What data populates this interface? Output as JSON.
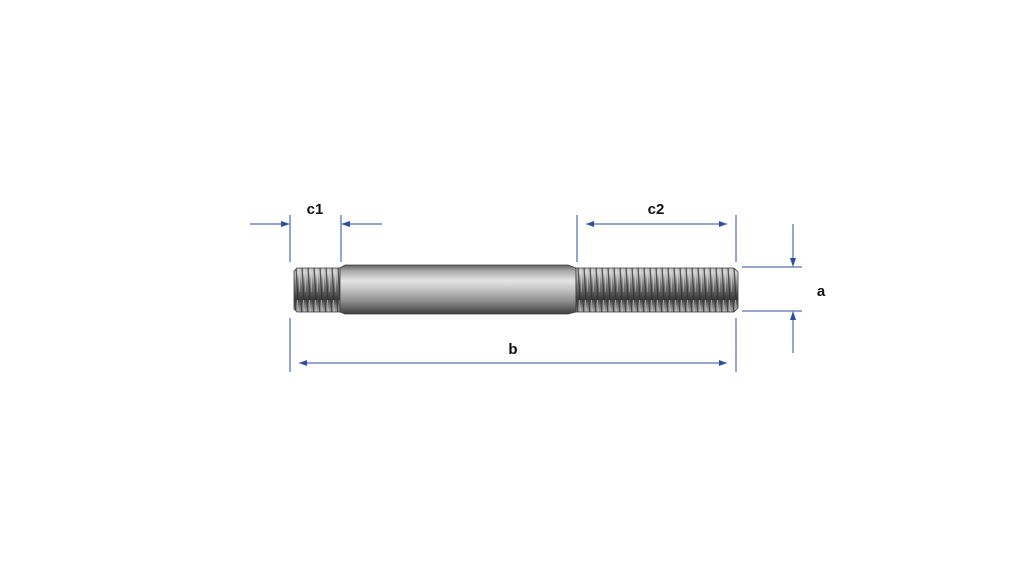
{
  "dimensions": {
    "c1": "c1",
    "c2": "c2",
    "a": "a",
    "b": "b"
  },
  "colors": {
    "dimension_line": "#2b4ea2",
    "label": "#111111",
    "background": "#ffffff"
  }
}
